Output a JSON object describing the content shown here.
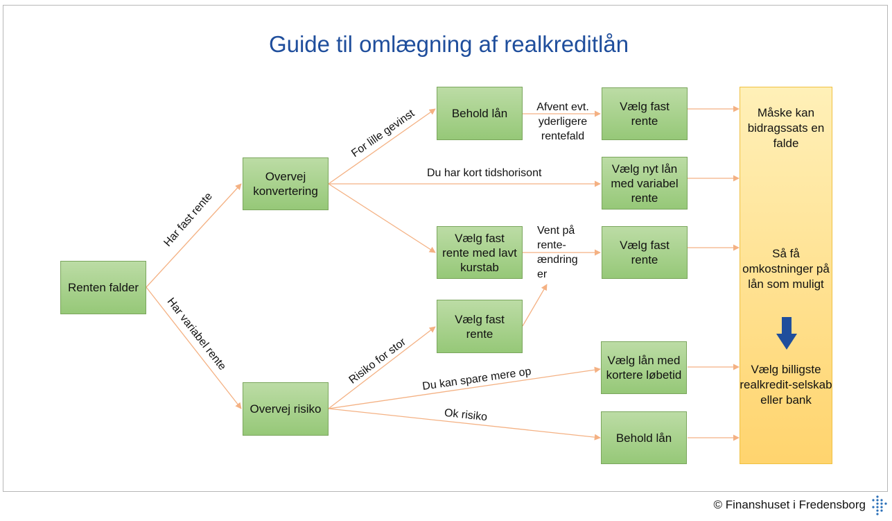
{
  "title": "Guide til omlægning af realkreditlån",
  "nodes": {
    "renten_falder": "Renten falder",
    "overvej_konvertering": "Overvej konvertering",
    "overvej_risiko": "Overvej risiko",
    "behold_laan_top": "Behold lån",
    "vaelg_fast_lavt_kurstab": "Vælg fast rente med lavt kurstab",
    "vaelg_fast_risiko": "Vælg fast rente",
    "vaelg_fast_top": "Vælg fast rente",
    "vaelg_nyt_variabel": "Vælg nyt lån med variabel rente",
    "vaelg_fast_mid": "Vælg fast rente",
    "vaelg_kortere": "Vælg lån med kortere løbetid",
    "behold_laan_bottom": "Behold lån"
  },
  "edge_labels": {
    "har_fast_rente": "Har fast rente",
    "har_variabel_rente": "Har variabel rente",
    "for_lille_gevinst": "For lille gevinst",
    "kort_tidshorisont": "Du har kort tidshorisont",
    "afvent_line1": "Afvent evt.",
    "afvent_line2": "yderligere",
    "afvent_line3": "rentefald",
    "vent_line1": "Vent på",
    "vent_line2": "rente-",
    "vent_line3": "ændring",
    "vent_line4": "er",
    "risiko_for_stor": "Risiko for stor",
    "spare_mere_op": "Du kan spare mere op",
    "ok_risiko": "Ok risiko"
  },
  "results": {
    "bidragssats": "Måske kan bidragssats en falde",
    "omkostninger": "Så få omkostninger på lån som muligt",
    "billigste": "Vælg billigste realkredit-selskab eller bank"
  },
  "icons": {
    "result_arrow": "down-arrow-icon",
    "logo": "dot-grid-logo"
  },
  "colors": {
    "title": "#1f4e9c",
    "box_fill": "#a9d18e",
    "connector": "#f4b183",
    "result_fill": "#ffd966",
    "arrow": "#1f4e9c"
  },
  "footer": "© Finanshuset i Fredensborg"
}
